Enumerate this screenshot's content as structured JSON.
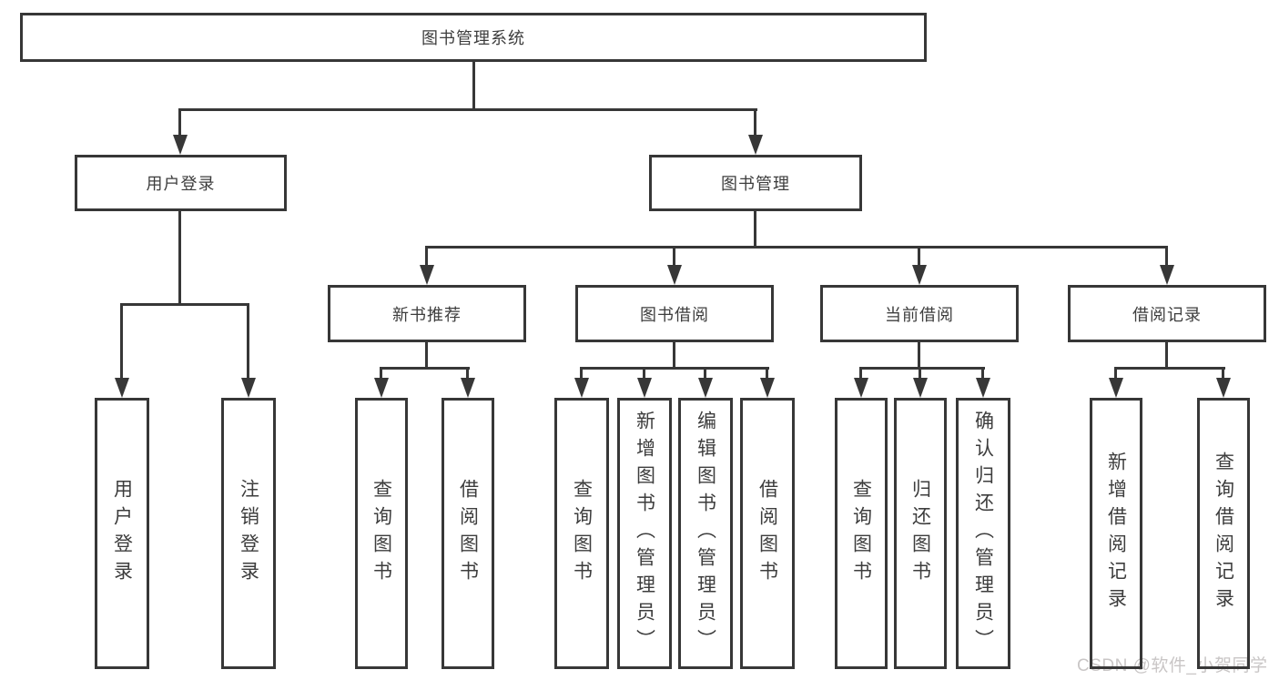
{
  "tree": {
    "root": {
      "label": "图书管理系统",
      "children": [
        {
          "label": "用户登录",
          "children": [
            {
              "label": "用户登录"
            },
            {
              "label": "注销登录"
            }
          ]
        },
        {
          "label": "图书管理",
          "children": [
            {
              "label": "新书推荐",
              "children": [
                {
                  "label": "查询图书"
                },
                {
                  "label": "借阅图书"
                }
              ]
            },
            {
              "label": "图书借阅",
              "children": [
                {
                  "label": "查询图书"
                },
                {
                  "label": "新增图书（管理员）"
                },
                {
                  "label": "编辑图书（管理员）"
                },
                {
                  "label": "借阅图书"
                }
              ]
            },
            {
              "label": "当前借阅",
              "children": [
                {
                  "label": "查询图书"
                },
                {
                  "label": "归还图书"
                },
                {
                  "label": "确认归还（管理员）"
                }
              ]
            },
            {
              "label": "借阅记录",
              "children": [
                {
                  "label": "新增借阅记录"
                },
                {
                  "label": "查询借阅记录"
                }
              ]
            }
          ]
        }
      ]
    }
  },
  "watermark": {
    "text": "CSDN @软件_小贺同学"
  },
  "colors": {
    "line": "#373737",
    "text": "#3d3d3d",
    "background": "#ffffff",
    "watermark": "#c9c6c6"
  }
}
